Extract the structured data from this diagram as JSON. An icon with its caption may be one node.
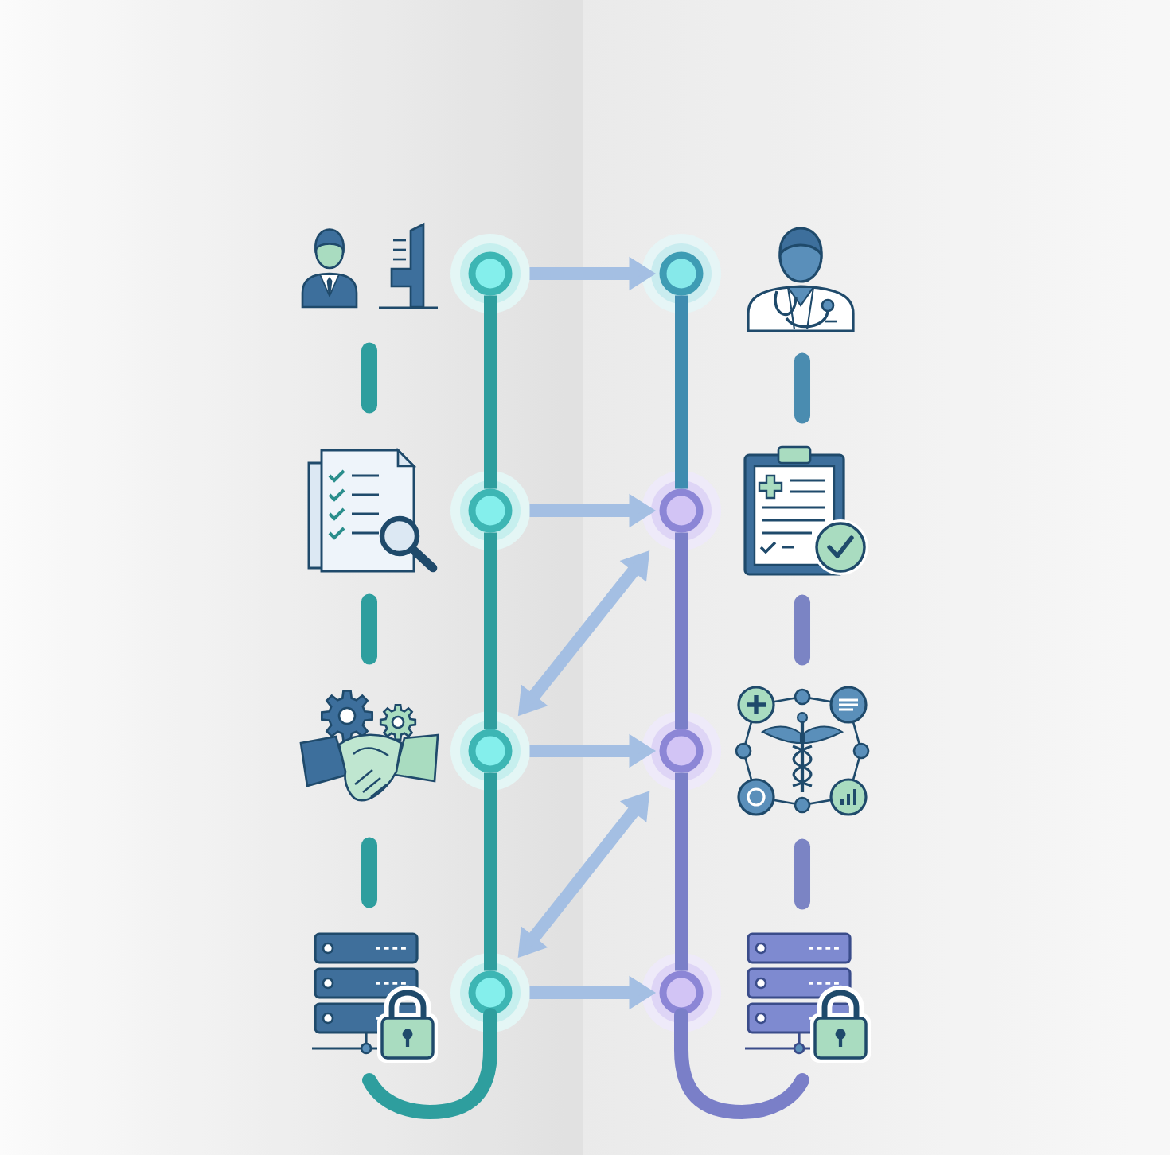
{
  "diagram": {
    "nodes": [
      {
        "text": [],
        "shape": "picture"
      },
      {
        "text": [],
        "shape": "circle"
      },
      {
        "text": [],
        "shape": "circle"
      },
      {
        "text": [],
        "shape": "picture"
      },
      {
        "text": [],
        "shape": "picture"
      },
      {
        "text": [],
        "shape": "circle"
      },
      {
        "text": [],
        "shape": "circle"
      },
      {
        "text": [],
        "shape": "picture"
      },
      {
        "text": [],
        "shape": "picture"
      },
      {
        "text": [],
        "shape": "circle"
      },
      {
        "text": [],
        "shape": "circle"
      },
      {
        "text": [],
        "shape": "picture"
      },
      {
        "text": [],
        "shape": "picture"
      },
      {
        "text": [],
        "shape": "circle"
      },
      {
        "text": [],
        "shape": "circle"
      },
      {
        "text": [],
        "shape": "picture"
      }
    ],
    "edges": [
      {
        "from": 1,
        "to": 2,
        "arrow": "to"
      },
      {
        "from": 0,
        "to": 4,
        "arrow": "none",
        "style": "dashed",
        "color": "#2e9e9e"
      },
      {
        "from": 1,
        "to": 5,
        "arrow": "none",
        "color": "#2e9e9e"
      },
      {
        "from": 2,
        "to": 6,
        "arrow": "none",
        "color": "#3f8cb0"
      },
      {
        "from": 3,
        "to": 7,
        "arrow": "none",
        "style": "dashed",
        "color": "#4a8cb0"
      },
      {
        "from": 5,
        "to": 6,
        "arrow": "to"
      },
      {
        "from": 9,
        "to": 6,
        "arrow": "both"
      },
      {
        "from": 4,
        "to": 8,
        "arrow": "none",
        "style": "dashed",
        "color": "#2e9e9e"
      },
      {
        "from": 5,
        "to": 9,
        "arrow": "none",
        "color": "#2e9e9e"
      },
      {
        "from": 6,
        "to": 10,
        "arrow": "none",
        "color": "#7a7fc8"
      },
      {
        "from": 7,
        "to": 11,
        "arrow": "none",
        "style": "dashed",
        "color": "#7b84c4"
      },
      {
        "from": 9,
        "to": 10,
        "arrow": "to"
      },
      {
        "from": 13,
        "to": 10,
        "arrow": "both"
      },
      {
        "from": 8,
        "to": 12,
        "arrow": "none",
        "style": "dashed",
        "color": "#2e9e9e"
      },
      {
        "from": 9,
        "to": 13,
        "arrow": "none",
        "color": "#2e9e9e"
      },
      {
        "from": 10,
        "to": 14,
        "arrow": "none",
        "color": "#7a7fc8"
      },
      {
        "from": 11,
        "to": 15,
        "arrow": "none",
        "style": "dashed",
        "color": "#7b84c4"
      },
      {
        "from": 13,
        "to": 14,
        "arrow": "to"
      }
    ]
  }
}
